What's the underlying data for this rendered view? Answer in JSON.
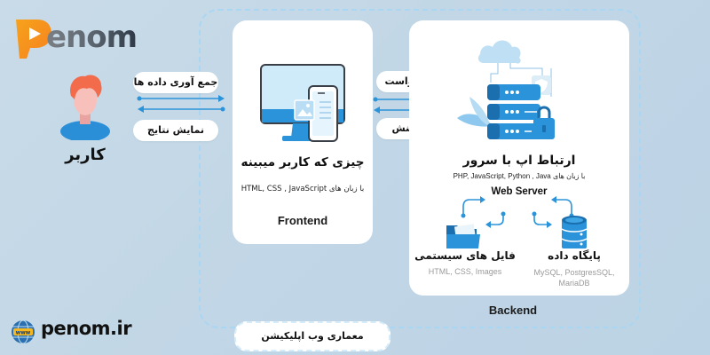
{
  "brand": {
    "logo_text": "enom",
    "website": "penom.ir"
  },
  "user": {
    "label": "کاربر"
  },
  "client_arrows": {
    "top_label": "جمع آوری داده ها",
    "bottom_label": "نمایش نتایج"
  },
  "frontend": {
    "title": "چیزی که کاربر میبینه",
    "languages": "با زبان های HTML, CSS , JavaScript",
    "label": "Frontend"
  },
  "server_arrows": {
    "top_label": "درخواست",
    "bottom_label": "واکنش"
  },
  "backend": {
    "title": "ارتباط اپ با سرور",
    "languages": "با زبان های PHP, JavaScript, Python , Java",
    "web_server": "Web Server",
    "files": {
      "title": "فایل های سیستمی",
      "subtitle": "HTML, CSS, Images"
    },
    "database": {
      "title": "پایگاه داده",
      "subtitle_line1": "MySQL, PostgresSQL,",
      "subtitle_line2": "MariaDB"
    },
    "label": "Backend"
  },
  "footer": {
    "title": "معماری وب اپلیکیشن"
  },
  "colors": {
    "accent_blue": "#2b93d9",
    "dark_blue": "#1a6fb3",
    "orange": "#f7931e",
    "background": "#c4d8e7"
  }
}
